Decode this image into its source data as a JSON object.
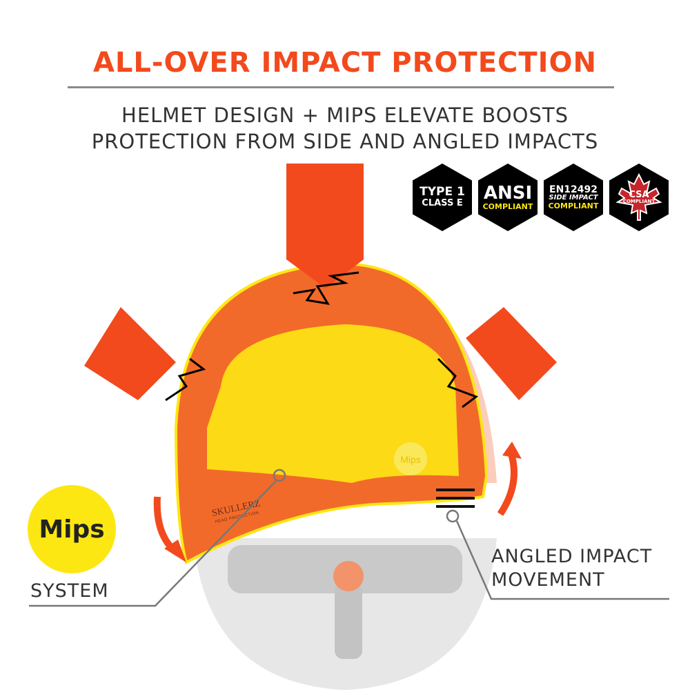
{
  "header": {
    "title": "ALL-OVER IMPACT PROTECTION",
    "subtitle_line1": "HELMET DESIGN + MIPS ELEVATE BOOSTS",
    "subtitle_line2": "PROTECTION FROM SIDE AND ANGLED IMPACTS"
  },
  "badges": [
    {
      "line1": "TYPE 1",
      "line2": "CLASS E"
    },
    {
      "line1": "ANSI",
      "line2": "COMPLIANT"
    },
    {
      "line1": "EN12492",
      "line2": "SIDE IMPACT",
      "line3": "COMPLIANT"
    },
    {
      "line1": "CSA",
      "line2": "COMPLIANT",
      "icon": "maple-leaf-icon"
    }
  ],
  "callouts": {
    "mips_logo": "Mips",
    "mips_label": "SYSTEM",
    "angled_label_line1": "ANGLED IMPACT",
    "angled_label_line2": "MOVEMENT"
  },
  "helmet": {
    "brand": "SKULLERZ",
    "brand_tagline": "HEAD PROTECTION",
    "liner_logo": "Mips"
  },
  "colors": {
    "accent": "#f24a1d",
    "helmet": "#f26a2a",
    "liner": "#fde713",
    "badge": "#000000"
  }
}
